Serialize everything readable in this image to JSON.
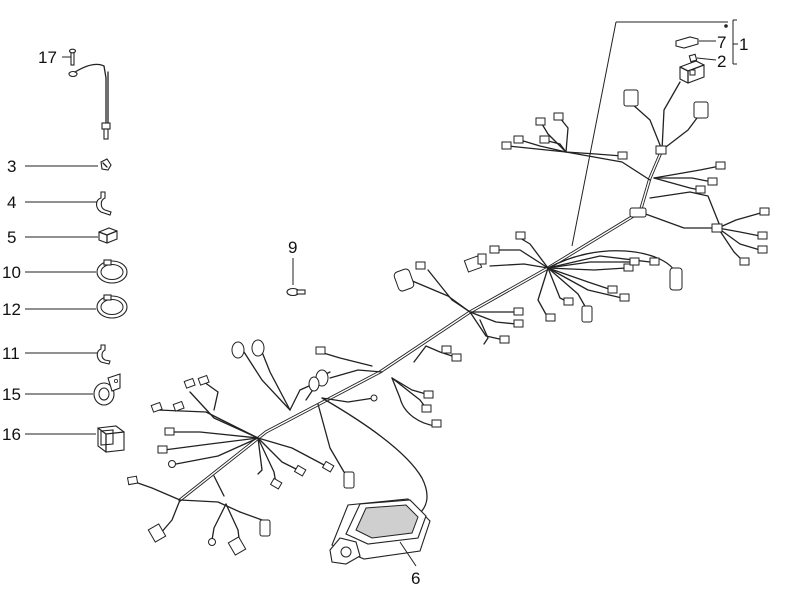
{
  "callouts": {
    "c1": "1",
    "c2": "2",
    "c3": "3",
    "c4": "4",
    "c5": "5",
    "c6": "6",
    "c7": "7",
    "c9": "9",
    "c10": "10",
    "c11": "11",
    "c12": "12",
    "c15": "15",
    "c16": "16",
    "c17": "17"
  }
}
